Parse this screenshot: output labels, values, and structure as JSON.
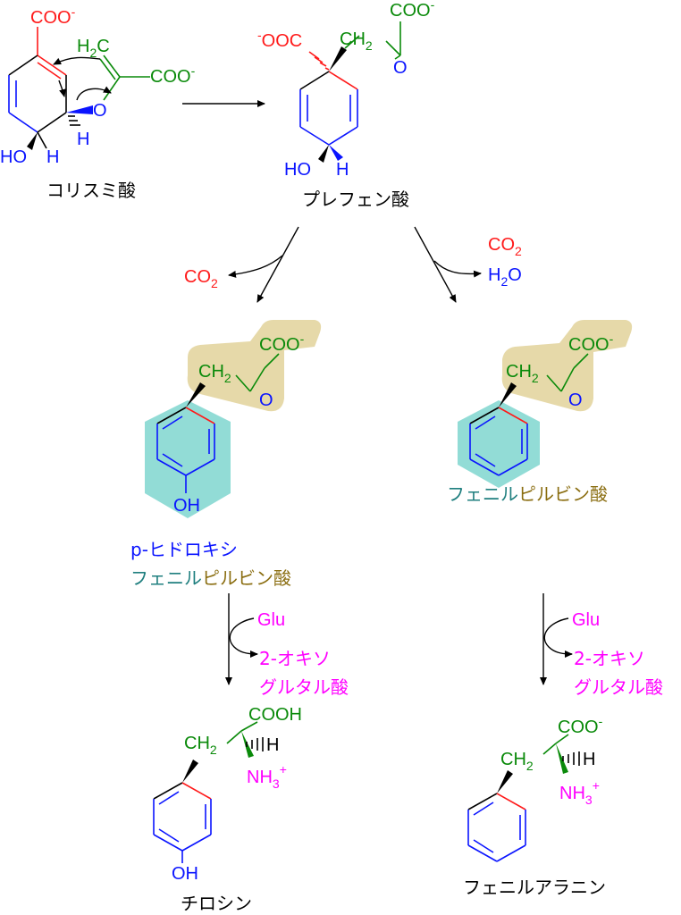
{
  "colors": {
    "red": "#ff1a1a",
    "green": "#0a8a0a",
    "blue": "#0a14ff",
    "magenta": "#ff00ff",
    "teal": "#1f7f7f",
    "olive": "#8a6d10",
    "highlight_teal": "#7fd6cf",
    "highlight_tan": "#e3d5a0"
  },
  "chorismate": {
    "coo": "COO",
    "coo_charge": "-",
    "h2c_h": "H",
    "h2c_sub": "2",
    "h2c_c": "C",
    "coo2": "COO",
    "coo2_charge": "-",
    "o": "O",
    "h_right": "H",
    "ho": "HO",
    "h_bottom": "H",
    "name": "コリスミ酸"
  },
  "prephenate": {
    "ooc_charge": "-",
    "ooc": "OOC",
    "ch2": "CH",
    "ch2_sub": "2",
    "coo": "COO",
    "coo_charge": "-",
    "o": "O",
    "ho": "HO",
    "h": "H",
    "name": "プレフェン酸"
  },
  "left_branch": {
    "co2": "CO",
    "co2_sub": "2"
  },
  "right_branch": {
    "co2": "CO",
    "co2_sub": "2",
    "h2o_h": "H",
    "h2o_sub": "2",
    "h2o_o": "O"
  },
  "hppa": {
    "coo": "COO",
    "coo_charge": "-",
    "ch2": "CH",
    "ch2_sub": "2",
    "o": "O",
    "oh": "OH",
    "name_line1": "p-ヒドロキシ",
    "name_line2_a": "フェニル",
    "name_line2_b": "ピルビン酸"
  },
  "ppa": {
    "coo": "COO",
    "coo_charge": "-",
    "ch2": "CH",
    "ch2_sub": "2",
    "o": "O",
    "name_a": "フェニル",
    "name_b": "ピルビン酸"
  },
  "transamination": {
    "glu": "Glu",
    "oxo_line1": "2-オキソ",
    "oxo_line2": "グルタル酸"
  },
  "tyrosine": {
    "cooh": "COOH",
    "ch2": "CH",
    "ch2_sub": "2",
    "h": "H",
    "nh3": "NH",
    "nh3_sub": "3",
    "nh3_charge": "+",
    "oh": "OH",
    "name": "チロシン"
  },
  "phenylalanine": {
    "coo": "COO",
    "coo_charge": "-",
    "ch2": "CH",
    "ch2_sub": "2",
    "h": "H",
    "nh3": "NH",
    "nh3_sub": "3",
    "nh3_charge": "+",
    "name": "フェニルアラニン"
  }
}
